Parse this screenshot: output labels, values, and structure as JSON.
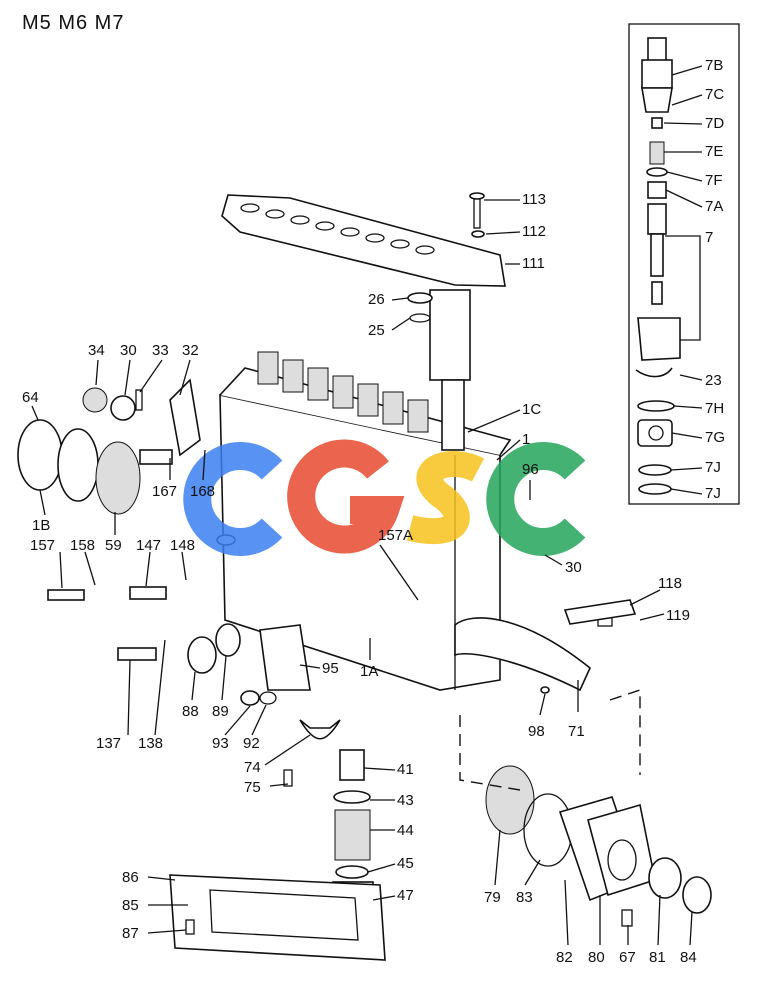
{
  "title": "M5 M6 M7",
  "watermark": {
    "letters": [
      "C",
      "G",
      "S",
      "C"
    ],
    "colors": [
      "#3b7ff0",
      "#e8492f",
      "#f6c21c",
      "#23a55a"
    ]
  },
  "labels": {
    "l7B": "7B",
    "l7C": "7C",
    "l7D": "7D",
    "l7E": "7E",
    "l7F": "7F",
    "l7A": "7A",
    "l7": "7",
    "l23": "23",
    "l7H": "7H",
    "l7G": "7G",
    "l7J1": "7J",
    "l7J2": "7J",
    "l113": "113",
    "l112": "112",
    "l111": "111",
    "l26": "26",
    "l25": "25",
    "l34": "34",
    "l30a": "30",
    "l33": "33",
    "l32": "32",
    "l64": "64",
    "l1C": "1C",
    "l1": "1",
    "l96": "96",
    "l30b": "30",
    "l1B": "1B",
    "l59": "59",
    "l167": "167",
    "l168": "168",
    "l157A": "157A",
    "l157": "157",
    "l158": "158",
    "l147": "147",
    "l148": "148",
    "l118": "118",
    "l119": "119",
    "l137": "137",
    "l138": "138",
    "l88": "88",
    "l89": "89",
    "l95": "95",
    "l1A": "1A",
    "l93": "93",
    "l92": "92",
    "l98": "98",
    "l71": "71",
    "l74": "74",
    "l75": "75",
    "l41": "41",
    "l43": "43",
    "l44": "44",
    "l45": "45",
    "l47": "47",
    "l79": "79",
    "l83": "83",
    "l82": "82",
    "l80": "80",
    "l67": "67",
    "l81": "81",
    "l84": "84",
    "l86": "86",
    "l85": "85",
    "l87": "87"
  }
}
